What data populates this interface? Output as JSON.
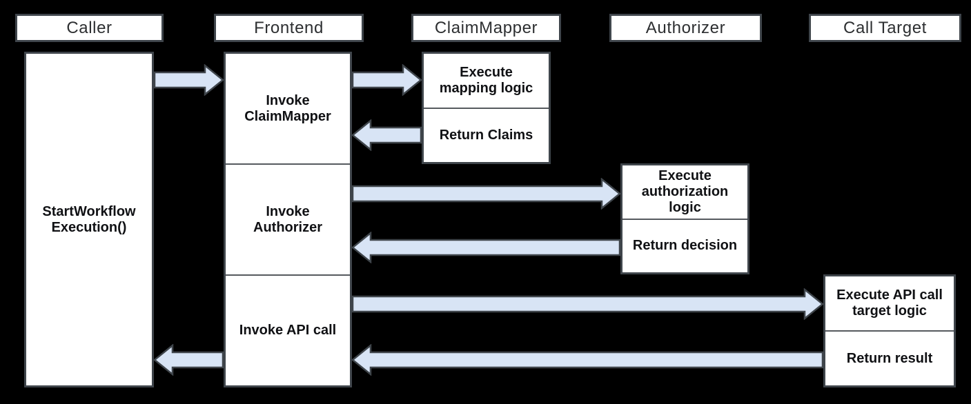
{
  "colors": {
    "background": "#000000",
    "box_fill": "#ffffff",
    "box_border": "#3f454b",
    "divider": "#55595e",
    "arrow_fill": "#d8e4f5",
    "arrow_border": "#3f454b",
    "header_text": "#2d2f31",
    "label_text": "#101114"
  },
  "lanes": [
    {
      "header": "Caller",
      "activities": [
        {
          "lines": [
            "StartWorkflow",
            "Execution()"
          ]
        }
      ]
    },
    {
      "header": "Frontend",
      "activities": [
        {
          "lines": [
            "Invoke",
            "ClaimMapper"
          ]
        },
        {
          "lines": [
            "Invoke",
            "Authorizer"
          ]
        },
        {
          "lines": [
            "Invoke API call"
          ]
        }
      ]
    },
    {
      "header": "ClaimMapper",
      "activities": [
        {
          "lines": [
            "Execute",
            "mapping logic"
          ]
        },
        {
          "lines": [
            "Return Claims"
          ]
        }
      ]
    },
    {
      "header": "Authorizer",
      "activities": [
        {
          "lines": [
            "Execute",
            "authorization",
            "logic"
          ]
        },
        {
          "lines": [
            "Return decision"
          ]
        }
      ]
    },
    {
      "header": "Call Target",
      "activities": [
        {
          "lines": [
            "Execute API call",
            "target logic"
          ]
        },
        {
          "lines": [
            "Return result"
          ]
        }
      ]
    }
  ],
  "arrows": [
    {
      "from": "Caller",
      "to": "Frontend",
      "direction": "right"
    },
    {
      "from": "Frontend",
      "to": "ClaimMapper",
      "direction": "right"
    },
    {
      "from": "ClaimMapper",
      "to": "Frontend",
      "direction": "left"
    },
    {
      "from": "Frontend",
      "to": "Authorizer",
      "direction": "right"
    },
    {
      "from": "Authorizer",
      "to": "Frontend",
      "direction": "left"
    },
    {
      "from": "Frontend",
      "to": "Call Target",
      "direction": "right"
    },
    {
      "from": "Call Target",
      "to": "Frontend",
      "direction": "left"
    },
    {
      "from": "Frontend",
      "to": "Caller",
      "direction": "left"
    }
  ]
}
